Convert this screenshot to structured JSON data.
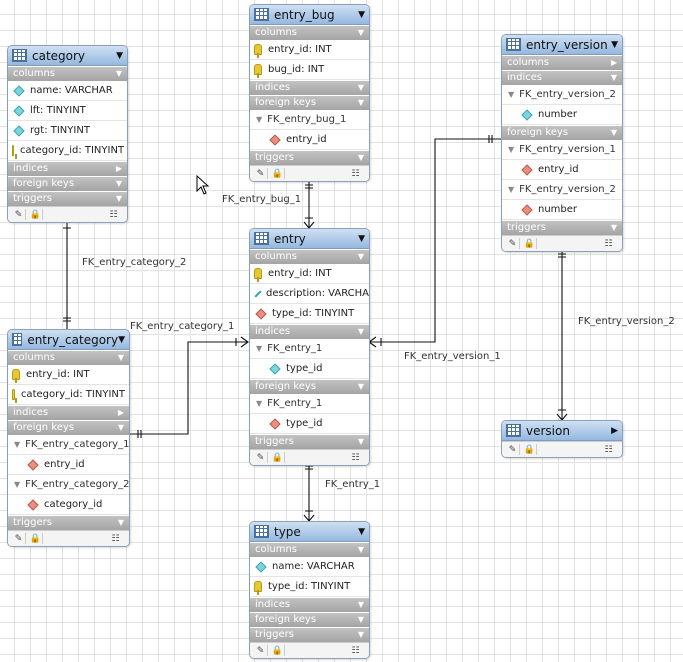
{
  "tables": {
    "category": {
      "title": "category",
      "columns": [
        "name: VARCHAR",
        "lft: TINYINT",
        "rgt: TINYINT",
        "category_id: TINYINT"
      ],
      "sections": {
        "columns": "columns",
        "indices": "indices",
        "foreign_keys": "foreign keys",
        "triggers": "triggers"
      }
    },
    "entry_bug": {
      "title": "entry_bug",
      "columns": [
        "entry_id: INT",
        "bug_id: INT"
      ],
      "fk_name": "FK_entry_bug_1",
      "fk_columns": [
        "entry_id"
      ],
      "sections": {
        "columns": "columns",
        "indices": "indices",
        "foreign_keys": "foreign keys",
        "triggers": "triggers"
      }
    },
    "entry_version": {
      "title": "entry_version",
      "index_name": "FK_entry_version_2",
      "index_columns": [
        "number"
      ],
      "fk1_name": "FK_entry_version_1",
      "fk1_columns": [
        "entry_id"
      ],
      "fk2_name": "FK_entry_version_2",
      "fk2_columns": [
        "number"
      ],
      "sections": {
        "columns": "columns",
        "indices": "indices",
        "foreign_keys": "foreign keys",
        "triggers": "triggers"
      }
    },
    "entry": {
      "title": "entry",
      "columns": [
        "entry_id: INT",
        "description: VARCHAR",
        "type_id: TINYINT"
      ],
      "index_name": "FK_entry_1",
      "index_columns": [
        "type_id"
      ],
      "fk_name": "FK_entry_1",
      "fk_columns": [
        "type_id"
      ],
      "sections": {
        "columns": "columns",
        "indices": "indices",
        "foreign_keys": "foreign keys",
        "triggers": "triggers"
      }
    },
    "entry_category": {
      "title": "entry_category",
      "columns": [
        "entry_id: INT",
        "category_id: TINYINT"
      ],
      "fk1_name": "FK_entry_category_1",
      "fk1_columns": [
        "entry_id"
      ],
      "fk2_name": "FK_entry_category_2",
      "fk2_columns": [
        "category_id"
      ],
      "sections": {
        "columns": "columns",
        "indices": "indices",
        "foreign_keys": "foreign keys",
        "triggers": "triggers"
      }
    },
    "version": {
      "title": "version"
    },
    "type": {
      "title": "type",
      "columns": [
        "name: VARCHAR",
        "type_id: TINYINT"
      ],
      "sections": {
        "columns": "columns",
        "indices": "indices",
        "foreign_keys": "foreign keys",
        "triggers": "triggers"
      }
    }
  },
  "relationships": {
    "fk_entry_bug_1": "FK_entry_bug_1",
    "fk_entry_category_2": "FK_entry_category_2",
    "fk_entry_category_1": "FK_entry_category_1",
    "fk_entry_version_1": "FK_entry_version_1",
    "fk_entry_version_2": "FK_entry_version_2",
    "fk_entry_1": "FK_entry_1"
  },
  "icons": {
    "table": "table-icon",
    "primary_key": "key-icon",
    "column": "diamond-icon",
    "foreign_key_column": "red-diamond-icon",
    "edit": "pencil-icon",
    "lock": "lock-icon",
    "layout": "columns-icon",
    "pointer": "mouse-pointer-icon"
  },
  "colors": {
    "header": "#95b8df",
    "section": "#a4a4a4",
    "key": "#e8c830",
    "column_diamond": "#7fd4dc",
    "fk_diamond": "#e88f82"
  }
}
